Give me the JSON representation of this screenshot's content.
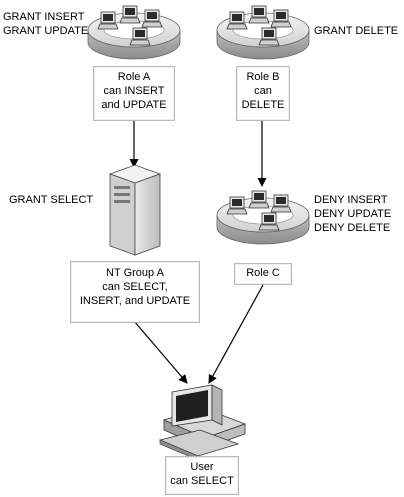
{
  "role_a": {
    "grants": [
      "GRANT INSERT",
      "GRANT UPDATE"
    ],
    "label_lines": [
      "Role A",
      "can INSERT",
      "and UPDATE"
    ]
  },
  "role_b": {
    "grants": [
      "GRANT DELETE"
    ],
    "label_lines": [
      "Role B",
      "can",
      "DELETE"
    ]
  },
  "nt_group_a": {
    "grants": [
      "GRANT SELECT"
    ],
    "label_lines": [
      "NT Group A",
      "can SELECT,",
      "INSERT, and UPDATE"
    ]
  },
  "role_c": {
    "denies": [
      "DENY INSERT",
      "DENY UPDATE",
      "DENY DELETE"
    ],
    "label_lines": [
      "Role C"
    ]
  },
  "user": {
    "label_lines": [
      "User",
      "can SELECT"
    ]
  },
  "icons": {
    "role_a_group": "network-group-icon",
    "role_b_group": "network-group-icon",
    "role_c_group": "network-group-icon",
    "nt_group_server": "server-tower-icon",
    "user_workstation": "workstation-computer-icon"
  }
}
